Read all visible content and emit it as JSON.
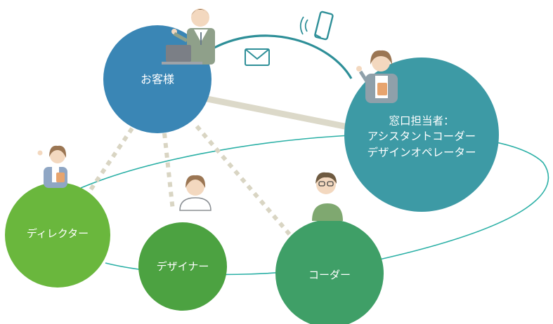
{
  "nodes": {
    "customer": {
      "label": "お客様",
      "color": "#3a86b5"
    },
    "window_contact": {
      "lines": [
        "窓口担当者：",
        "アシスタントコーダー",
        "デザインオペレーター"
      ],
      "color": "#3d9aa5"
    },
    "director": {
      "label": "ディレクター",
      "color": "#6ab73d"
    },
    "designer": {
      "label": "デザイナー",
      "color": "#4ca241"
    },
    "coder": {
      "label": "コーダー",
      "color": "#3f9f67"
    }
  },
  "colors": {
    "team_ellipse": "#2bb0a6",
    "solid_link": "#dcd9c9",
    "dotted_link": "#d9d5c3",
    "phone_arc": "#2e8f98",
    "icon_stroke": "#2e8f98"
  },
  "icons": [
    "mail-icon",
    "smartphone-icon"
  ]
}
